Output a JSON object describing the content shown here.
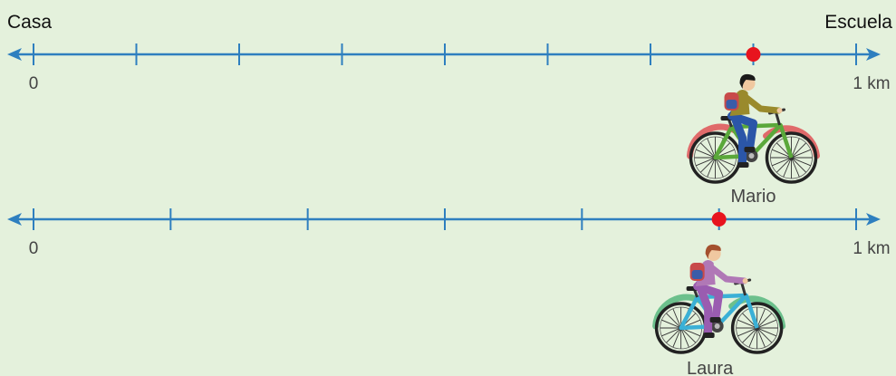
{
  "labels": {
    "start_place": "Casa",
    "end_place": "Escuela",
    "zero": "0",
    "end_distance": "1 km"
  },
  "colors": {
    "background": "#e4f1dc",
    "axis": "#2e7fbf",
    "marker": "#e8141e"
  },
  "lines": [
    {
      "divisions": 8,
      "marker_fraction": 0.875,
      "rider": {
        "name": "Mario",
        "shirt_color": "#9a8a2c",
        "pants_color": "#2b56a8",
        "bike_color": "#5aa83a",
        "fender_color": "#e06a6a",
        "hair_color": "#1a1a1a"
      }
    },
    {
      "divisions": 6,
      "marker_fraction": 0.8333,
      "rider": {
        "name": "Laura",
        "shirt_color": "#b078b6",
        "pants_color": "#9a5cb0",
        "bike_color": "#3ab0d6",
        "fender_color": "#6cc08c",
        "hair_color": "#a4502e"
      }
    }
  ]
}
